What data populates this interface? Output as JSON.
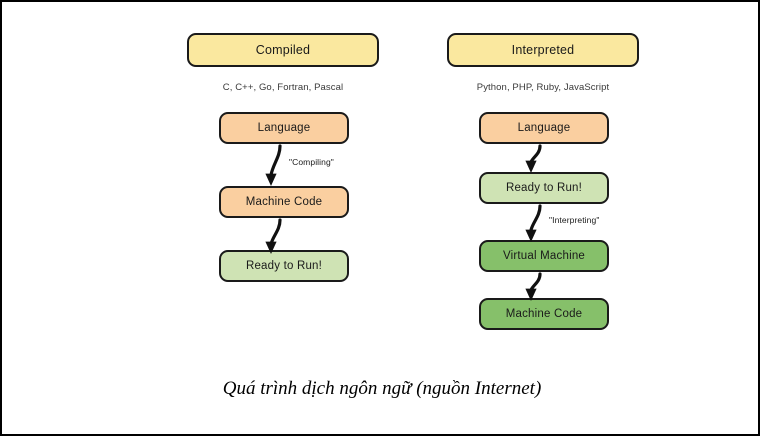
{
  "caption": "Quá trình dịch ngôn ngữ (nguồn Internet)",
  "columns": {
    "compiled": {
      "header": "Compiled",
      "languages": "C, C++, Go, Fortran, Pascal",
      "nodes": [
        {
          "label": "Language",
          "color": "#facfa0"
        },
        {
          "label": "Machine Code",
          "color": "#facfa0"
        },
        {
          "label": "Ready to Run!",
          "color": "#cfe3b4"
        }
      ],
      "arrow_labels": [
        "\"Compiling\"",
        ""
      ]
    },
    "interpreted": {
      "header": "Interpreted",
      "languages": "Python, PHP, Ruby, JavaScript",
      "nodes": [
        {
          "label": "Language",
          "color": "#facfa0"
        },
        {
          "label": "Ready to Run!",
          "color": "#cfe3b4"
        },
        {
          "label": "Virtual Machine",
          "color": "#86c06a"
        },
        {
          "label": "Machine Code",
          "color": "#86c06a"
        }
      ],
      "arrow_labels": [
        "",
        "\"Interpreting\"",
        ""
      ]
    }
  },
  "colors": {
    "header_box": "#fae89f",
    "orange_box": "#facfa0",
    "green_light_box": "#cfe3b4",
    "green_dark_box": "#86c06a",
    "outline": "#1a1a1a",
    "frame": "#000000"
  }
}
